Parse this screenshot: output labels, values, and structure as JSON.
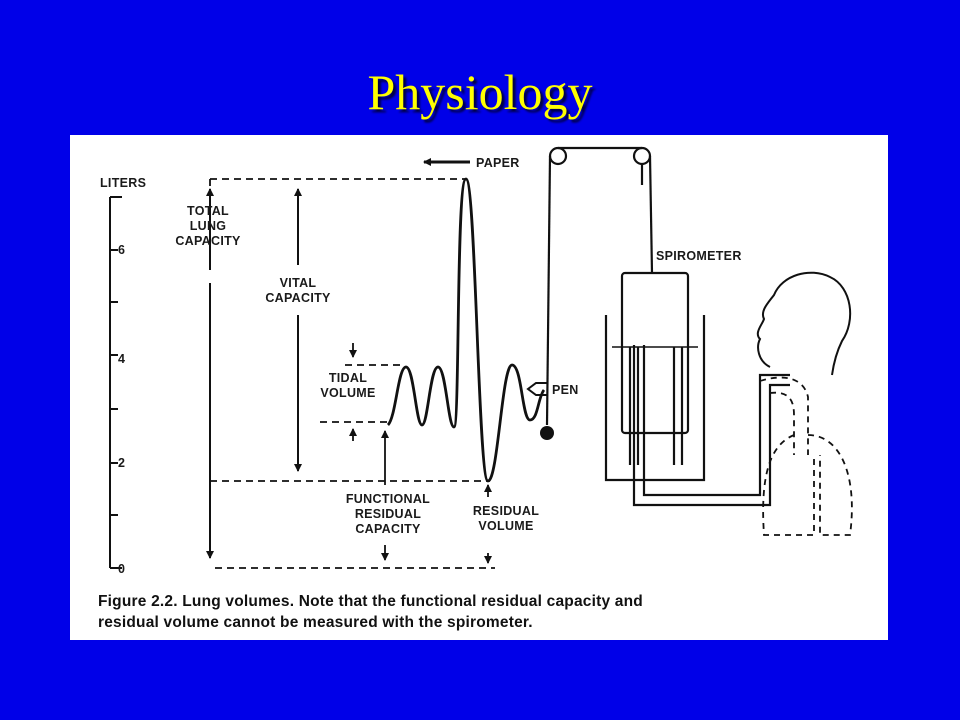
{
  "slide": {
    "title": "Physiology"
  },
  "figure": {
    "axis_label": "LITERS",
    "ticks": [
      "6",
      "4",
      "2",
      "0"
    ],
    "labels": {
      "paper": "PAPER",
      "total_lung_capacity": [
        "TOTAL",
        "LUNG",
        "CAPACITY"
      ],
      "vital_capacity": [
        "VITAL",
        "CAPACITY"
      ],
      "tidal_volume": [
        "TIDAL",
        "VOLUME"
      ],
      "pen": "PEN",
      "spirometer": "SPIROMETER",
      "functional_residual_capacity": [
        "FUNCTIONAL",
        "RESIDUAL",
        "CAPACITY"
      ],
      "residual_volume": [
        "RESIDUAL",
        "VOLUME"
      ]
    },
    "caption_lines": [
      "Figure 2.2. Lung volumes. Note that the functional residual capacity and",
      "residual volume cannot be measured with the spirometer."
    ]
  }
}
